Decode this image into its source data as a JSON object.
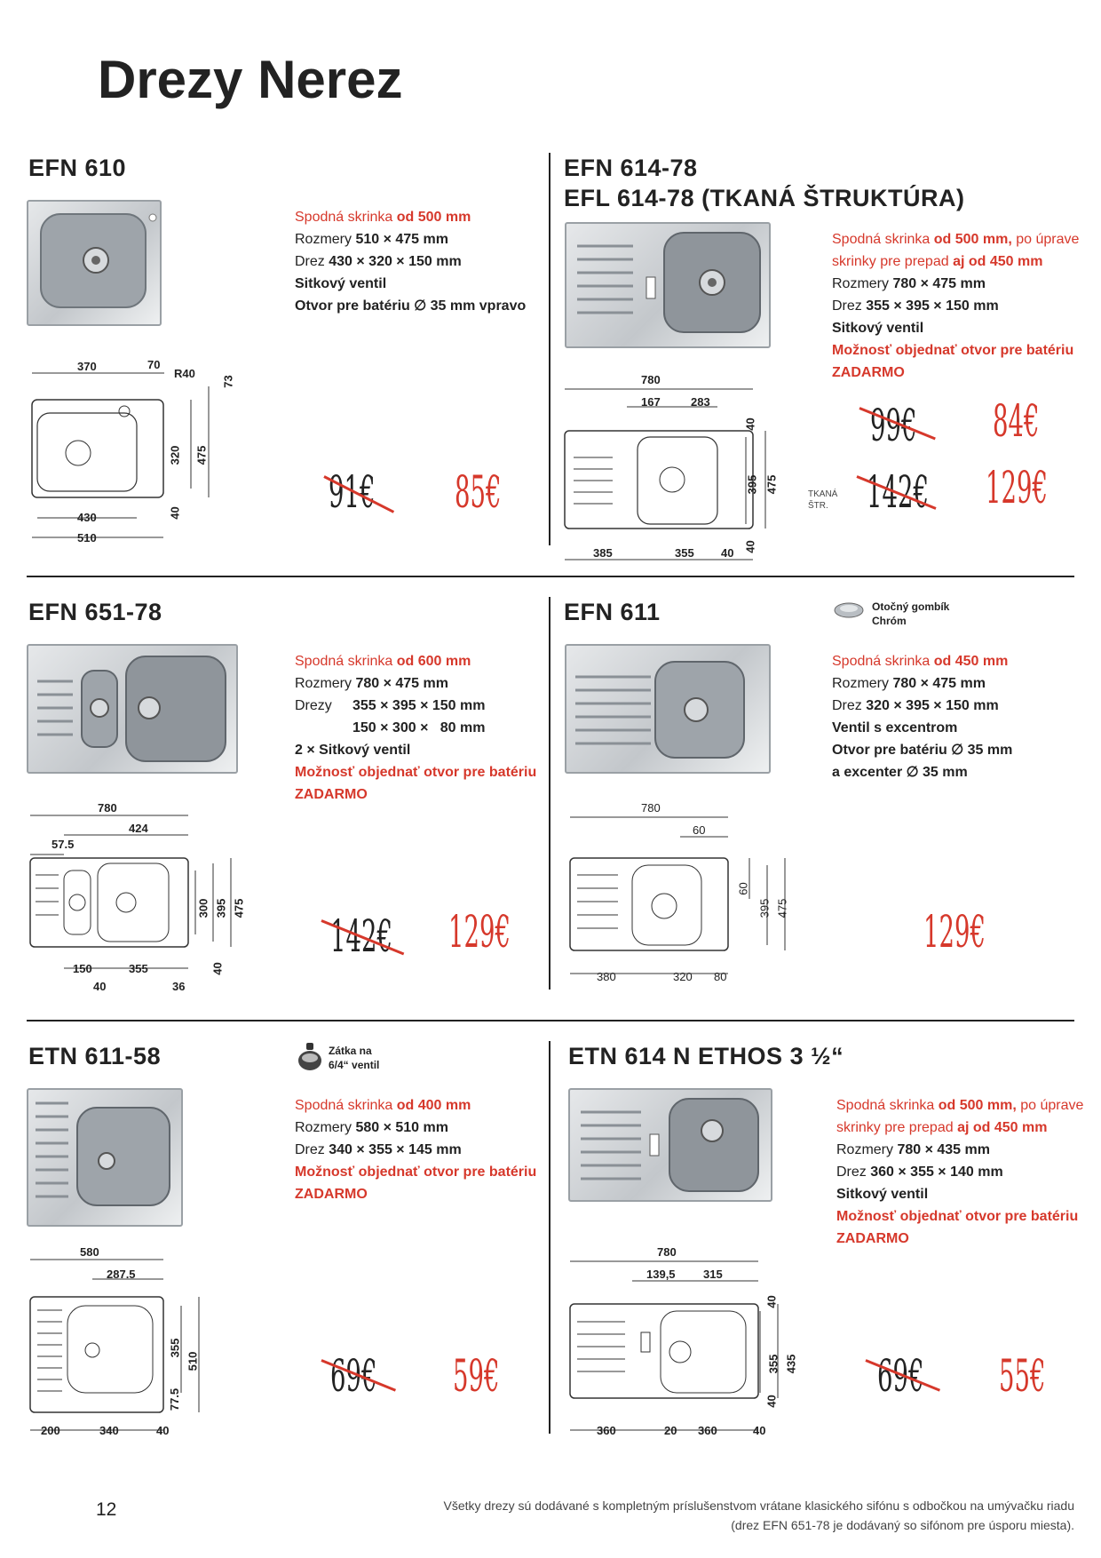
{
  "page_title": "Drezy Nerez",
  "page_number": "12",
  "footer": {
    "line1": "Všetky drezy sú dodávané s kompletným príslušenstvom vrátane klasického sifónu s odbočkou na umývačku riadu",
    "line2": "(drez EFN 651-78 je dodávaný so sifónom pre úsporu miesta)."
  },
  "colors": {
    "accent": "#d6382b",
    "text": "#222222"
  },
  "products": {
    "efn610": {
      "name": "EFN 610",
      "specs": [
        {
          "label": "Spodná skrinka ",
          "value": "od 500 mm"
        },
        {
          "label": "Rozmery ",
          "value": "510 × 475 mm"
        },
        {
          "label": "Drez ",
          "value": "430 × 320 × 150 mm"
        },
        {
          "label": "",
          "value": "Sitkový ventil"
        },
        {
          "label": "",
          "value": "Otvor pre batériu ∅ 35 mm vpravo"
        }
      ],
      "price_old": "91€",
      "price_new": "85€",
      "dims": [
        "370",
        "70",
        "R40",
        "73",
        "320",
        "475",
        "40",
        "430",
        "510"
      ]
    },
    "efn614": {
      "name1": "EFN 614-78",
      "name2": "EFL 614-78 (TKANÁ ŠTRUKTÚRA)",
      "specs": [
        {
          "label": "Spodná skrinka ",
          "value": "od 500 mm,",
          "tail": " po úprave"
        },
        {
          "label": "skrinky pre prepad ",
          "value": "aj od 450 mm"
        },
        {
          "label": "Rozmery ",
          "value": "780 × 475 mm"
        },
        {
          "label": "Drez ",
          "value": "355 × 395 × 150 mm"
        },
        {
          "label": "",
          "value": "Sitkový ventil"
        },
        {
          "label": "",
          "value": "Možnosť objednať otvor pre batériu"
        },
        {
          "label": "",
          "value": "ZADARMO"
        }
      ],
      "price_old": "99€",
      "price_new": "84€",
      "price_old_2": "142€",
      "price_new_2": "129€",
      "variant_label": "TKANÁ ŠTR.",
      "dims": [
        "780",
        "167",
        "283",
        "40",
        "395",
        "475",
        "40",
        "385",
        "355",
        "40"
      ]
    },
    "efn651": {
      "name": "EFN 651-78",
      "specs": [
        {
          "label": "Spodná skrinka ",
          "value": "od 600 mm"
        },
        {
          "label": "Rozmery ",
          "value": "780 × 475 mm"
        },
        {
          "label": "Drezy",
          "value": "355 × 395 × 150 mm"
        },
        {
          "label": "",
          "value": "150 × 300 ×   80 mm"
        },
        {
          "label": "",
          "value": "2 × Sitkový ventil"
        },
        {
          "label": "",
          "value": "Možnosť objednať otvor pre batériu"
        },
        {
          "label": "",
          "value": "ZADARMO"
        }
      ],
      "price_old": "142€",
      "price_new": "129€",
      "dims": [
        "780",
        "424",
        "57.5",
        "300",
        "395",
        "475",
        "40",
        "150",
        "355",
        "40",
        "36"
      ]
    },
    "efn611": {
      "name": "EFN 611",
      "accessory": "Otočný gombík\nChróm",
      "accessory_l1": "Otočný gombík",
      "accessory_l2": "Chróm",
      "specs": [
        {
          "label": "Spodná skrinka ",
          "value": "od 450 mm"
        },
        {
          "label": "Rozmery ",
          "value": "780 × 475 mm"
        },
        {
          "label": "Drez ",
          "value": "320 × 395 × 150 mm"
        },
        {
          "label": "",
          "value": "Ventil s excentrom"
        },
        {
          "label": "",
          "value": "Otvor pre batériu ∅ 35 mm"
        },
        {
          "label": "",
          "value": "a excenter ∅ 35 mm"
        }
      ],
      "price_new": "129€",
      "dims": [
        "780",
        "60",
        "60",
        "395",
        "475",
        "380",
        "320",
        "80"
      ]
    },
    "etn611": {
      "name": "ETN 611-58",
      "accessory_l1": "Zátka na",
      "accessory_l2": "6/4“ ventil",
      "specs": [
        {
          "label": "Spodná skrinka ",
          "value": "od 400 mm"
        },
        {
          "label": "Rozmery ",
          "value": "580 × 510 mm"
        },
        {
          "label": "Drez ",
          "value": "340 × 355 × 145 mm"
        },
        {
          "label": "",
          "value": "Možnosť objednať otvor pre batériu"
        },
        {
          "label": "",
          "value": "ZADARMO"
        }
      ],
      "price_old": "69€",
      "price_new": "59€",
      "dims": [
        "580",
        "287.5",
        "355",
        "510",
        "77.5",
        "200",
        "340",
        "40"
      ]
    },
    "etn614": {
      "name": "ETN 614 N ETHOS 3 ½“",
      "specs": [
        {
          "label": "Spodná skrinka ",
          "value": "od 500 mm,",
          "tail": " po úprave"
        },
        {
          "label": "skrinky pre prepad ",
          "value": "aj od 450 mm"
        },
        {
          "label": "Rozmery ",
          "value": "780 × 435 mm"
        },
        {
          "label": "Drez ",
          "value": "360 × 355 × 140 mm"
        },
        {
          "label": "",
          "value": "Sitkový ventil"
        },
        {
          "label": "",
          "value": "Možnosť objednať otvor pre batériu"
        },
        {
          "label": "",
          "value": "ZADARMO"
        }
      ],
      "price_old": "69€",
      "price_new": "55€",
      "dims": [
        "780",
        "139,5",
        "315",
        "40",
        "355",
        "435",
        "40",
        "360",
        "20",
        "360",
        "40"
      ]
    }
  }
}
